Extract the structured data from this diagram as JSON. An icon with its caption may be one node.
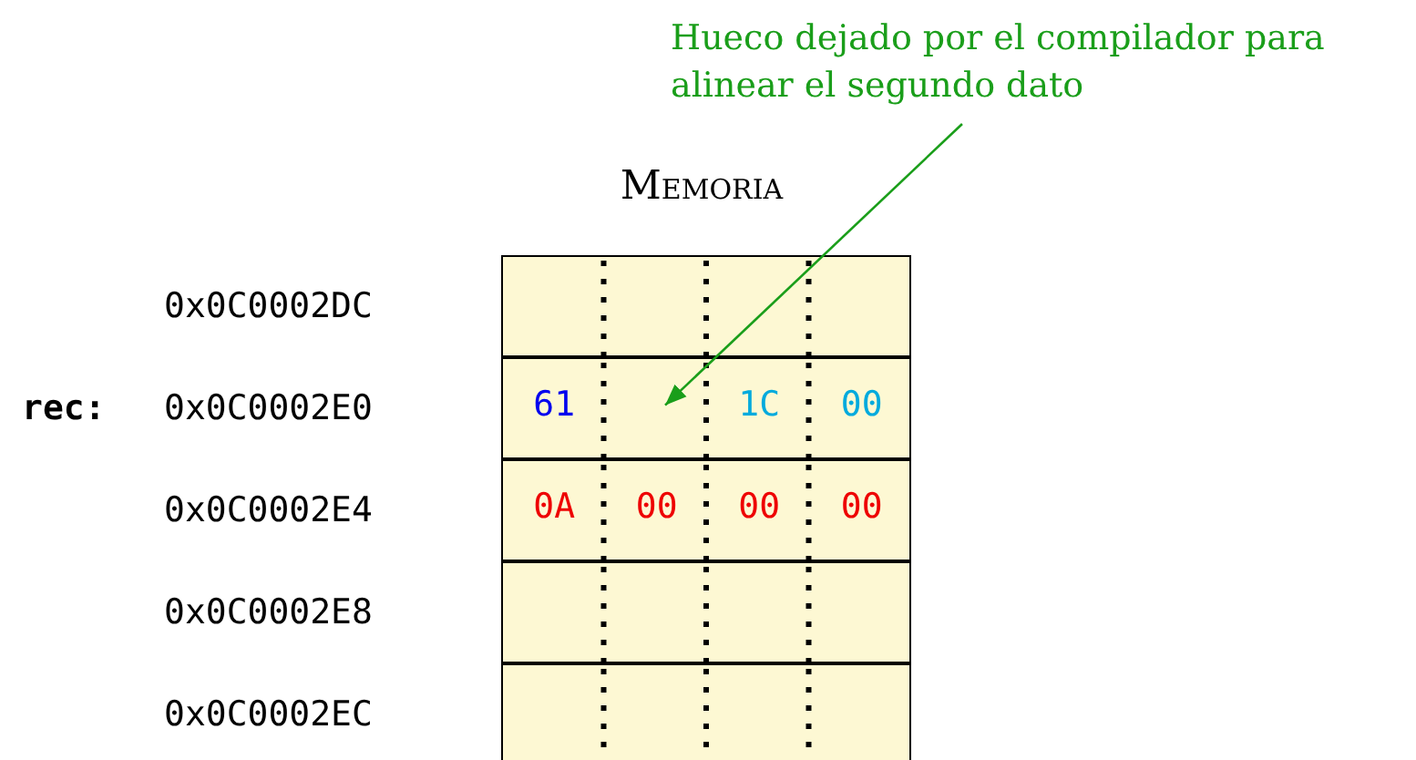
{
  "diagram": {
    "title": "Memoria",
    "nodes": [
      {
        "text": [
          "Hueco dejado por el compilador para alinear el segundo dato"
        ]
      },
      {
        "text": [],
        "shape": "box"
      },
      {
        "text": [
          "61",
          "1C",
          "00"
        ]
      },
      {
        "text": [
          "0A",
          "00",
          "00",
          "00"
        ]
      },
      {
        "text": [],
        "shape": "box"
      },
      {
        "text": [],
        "shape": "box"
      }
    ],
    "edges": [
      {
        "from": 0,
        "to": 2,
        "arrow": "to",
        "color": "#1a9e1a"
      }
    ],
    "labels": [
      "0x0C0002DC",
      "rec:",
      "0x0C0002E0",
      "0x0C0002E4",
      "0x0C0002E8",
      "0x0C0002EC"
    ]
  }
}
